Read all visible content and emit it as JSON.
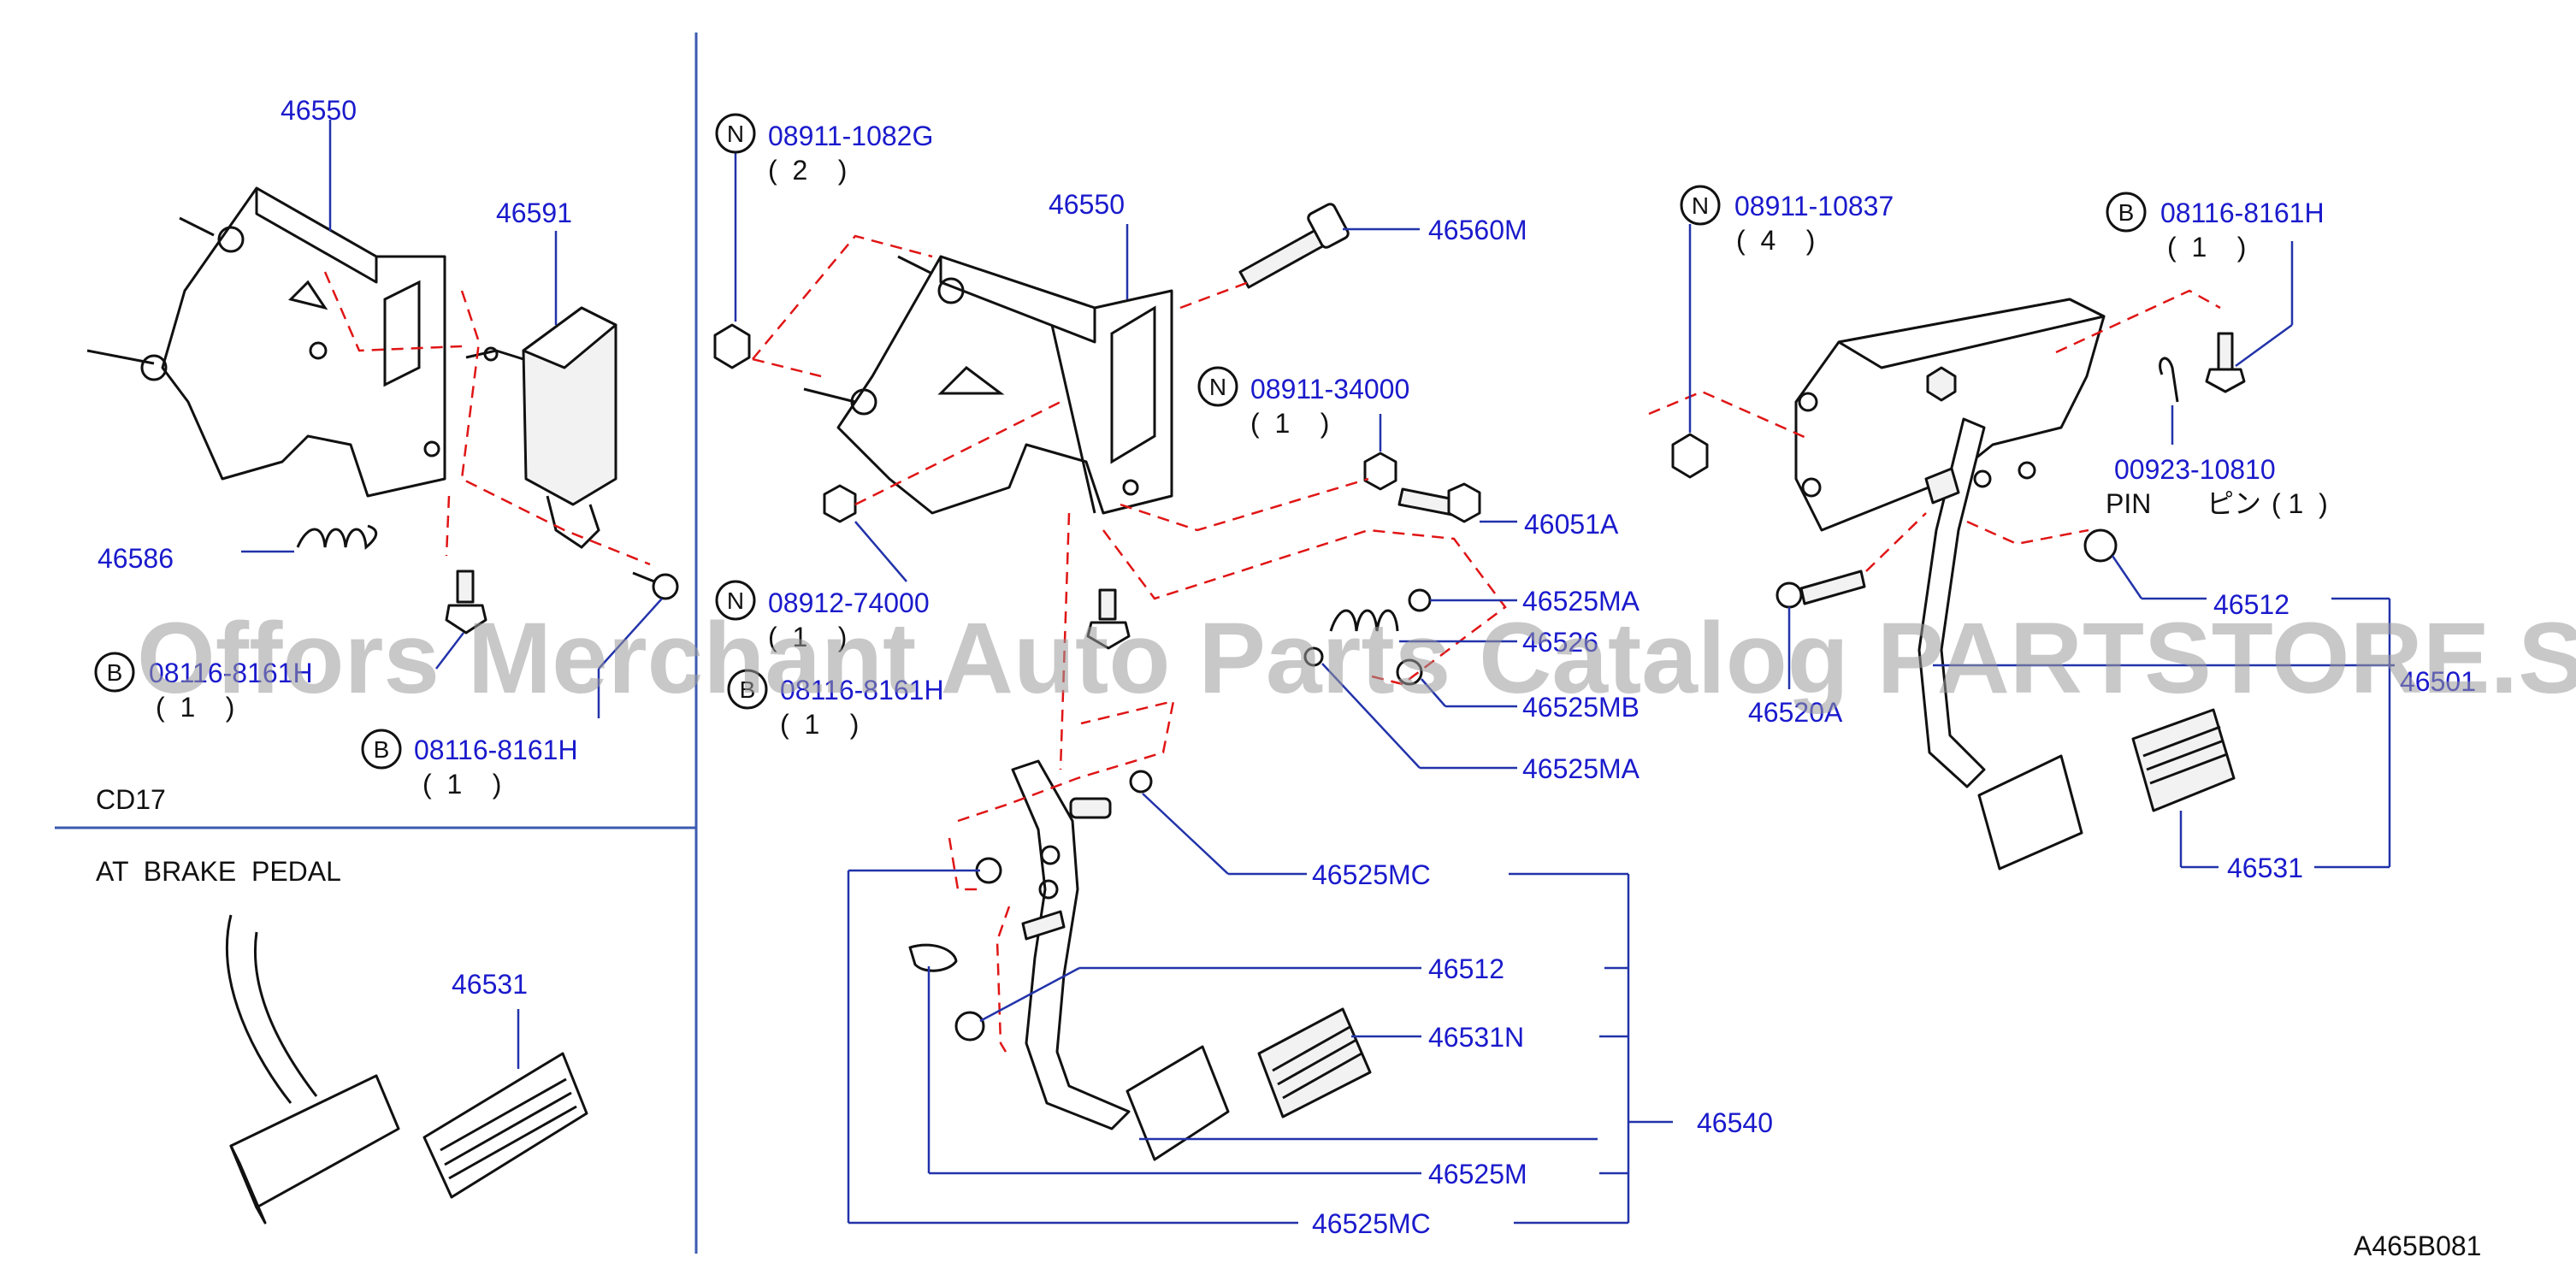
{
  "sections": {
    "cd17_label": "CD17",
    "at_brake_pedal_label": "AT  BRAKE  PEDAL"
  },
  "part_numbers": {
    "p46550_left": "46550",
    "p46591": "46591",
    "p46586": "46586",
    "p08116_left1": "08116-8161H",
    "p08116_left2": "08116-8161H",
    "p46531_left": "46531",
    "n08911_1082g": "08911-1082G",
    "p46550_mid": "46550",
    "p46560m": "46560M",
    "n08911_34000": "08911-34000",
    "p46051a": "46051A",
    "n08912_74000": "08912-74000",
    "p08116_mid": "08116-8161H",
    "p46525ma_1": "46525MA",
    "p46526": "46526",
    "p46525mb": "46525MB",
    "p46525ma_2": "46525MA",
    "p46525mc_1": "46525MC",
    "p46512_mid": "46512",
    "p46531n": "46531N",
    "p46540": "46540",
    "p46525m": "46525M",
    "p46525mc_2": "46525MC",
    "n08911_10837": "08911-10837",
    "p08116_right": "08116-8161H",
    "p00923_10810": "00923-10810",
    "p46512_right": "46512",
    "p46520a": "46520A",
    "p46501": "46501",
    "p46531_right": "46531"
  },
  "quantities": {
    "q08911_1082g": "(  2    )",
    "q08911_34000": "(  1    )",
    "q08912_74000": "(  1    )",
    "q08116_left1": "(  1    )",
    "q08116_left2": "(  1    )",
    "q08116_mid": "(  1    )",
    "q08911_10837": "(  4    )",
    "q08116_right": "(  1    )",
    "q_pin": "( 1  )"
  },
  "pin": {
    "en": "PIN",
    "jp": "ピン"
  },
  "markers": {
    "n": "N",
    "b": "B"
  },
  "diagram_code": "A465B081",
  "watermark": "Offors Merchant Auto Parts Catalog PARTSTORE.SA",
  "colors": {
    "label_blue": "#1a1acc",
    "dash_red": "#e01515",
    "divider_blue": "#3b5bb0"
  }
}
